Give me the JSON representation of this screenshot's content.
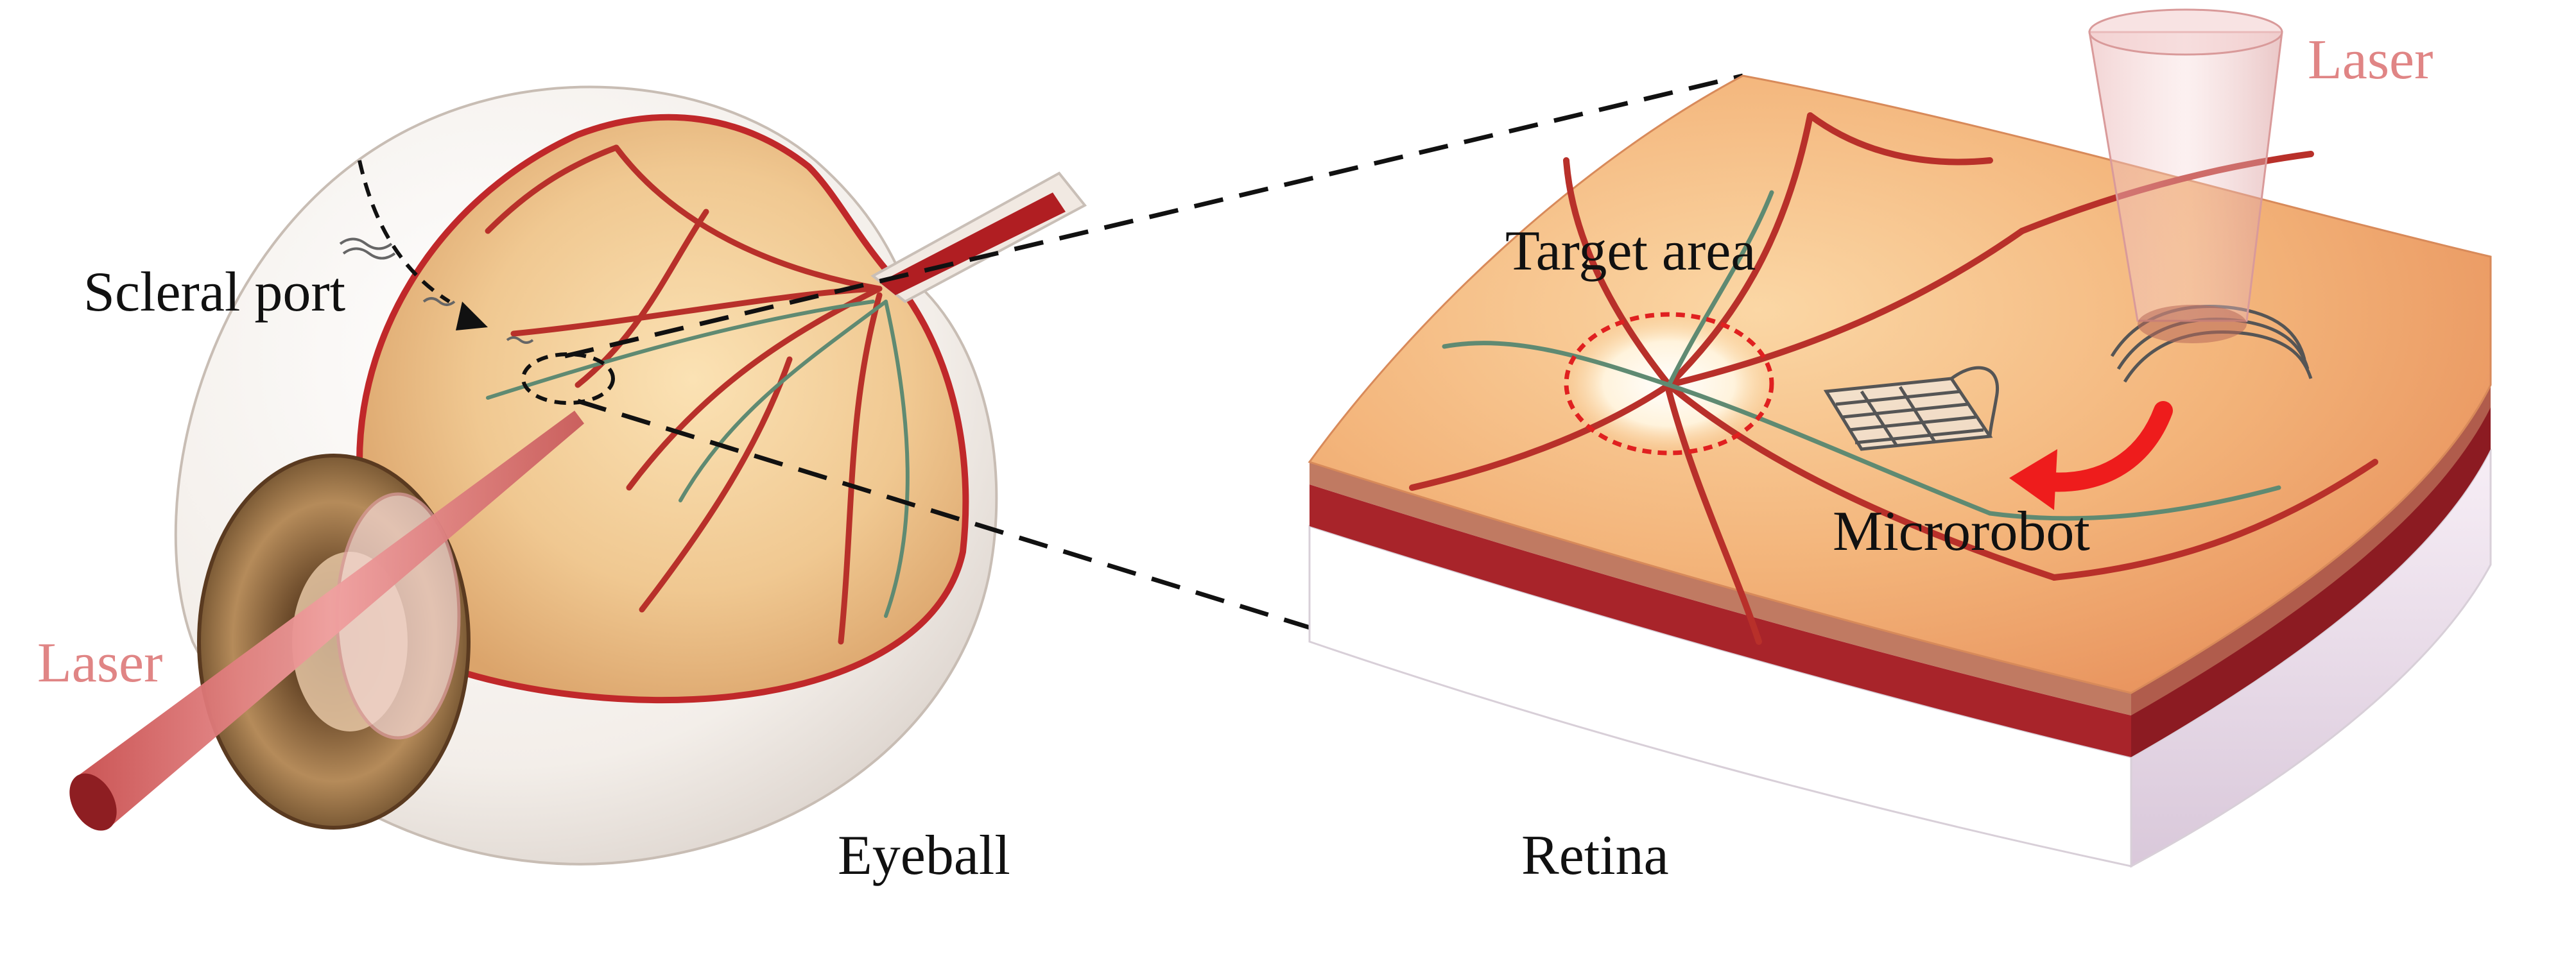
{
  "labels": {
    "scleral_port": "Scleral port",
    "laser_left": "Laser",
    "eyeball": "Eyeball",
    "retina": "Retina",
    "target_area": "Target area",
    "microrobot": "Microrobot",
    "laser_right": "Laser"
  },
  "colors": {
    "laser_text": "#e08585",
    "label_text": "#111111",
    "retina_surface": "#f4b77c",
    "vessel": "#b8302a",
    "vessel_green": "#5f8a72",
    "retina_layer_dark": "#a8242a",
    "retina_layer_mid": "#c07a62",
    "sclera_side": "#e6d6e6",
    "target_ring": "#e02020",
    "curved_arrow": "#ee1c1c",
    "laser_beam": "#e88b8b"
  }
}
